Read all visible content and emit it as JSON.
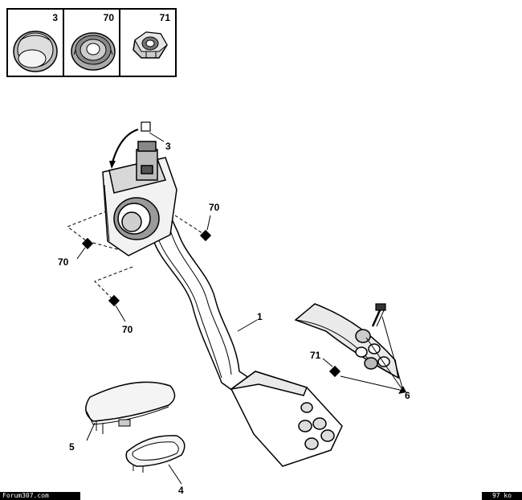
{
  "legend": {
    "parts": [
      {
        "number": "3",
        "icon": "cap-icon"
      },
      {
        "number": "70",
        "icon": "flange-nut-icon"
      },
      {
        "number": "71",
        "icon": "lock-nut-icon"
      }
    ]
  },
  "callouts": {
    "c1": "1",
    "c3": "3",
    "c4": "4",
    "c5": "5",
    "c6": "6",
    "c70a": "70",
    "c70b": "70",
    "c70c": "70",
    "c71": "71"
  },
  "footer": {
    "left": "Forum307.com",
    "right": "97 ko"
  }
}
